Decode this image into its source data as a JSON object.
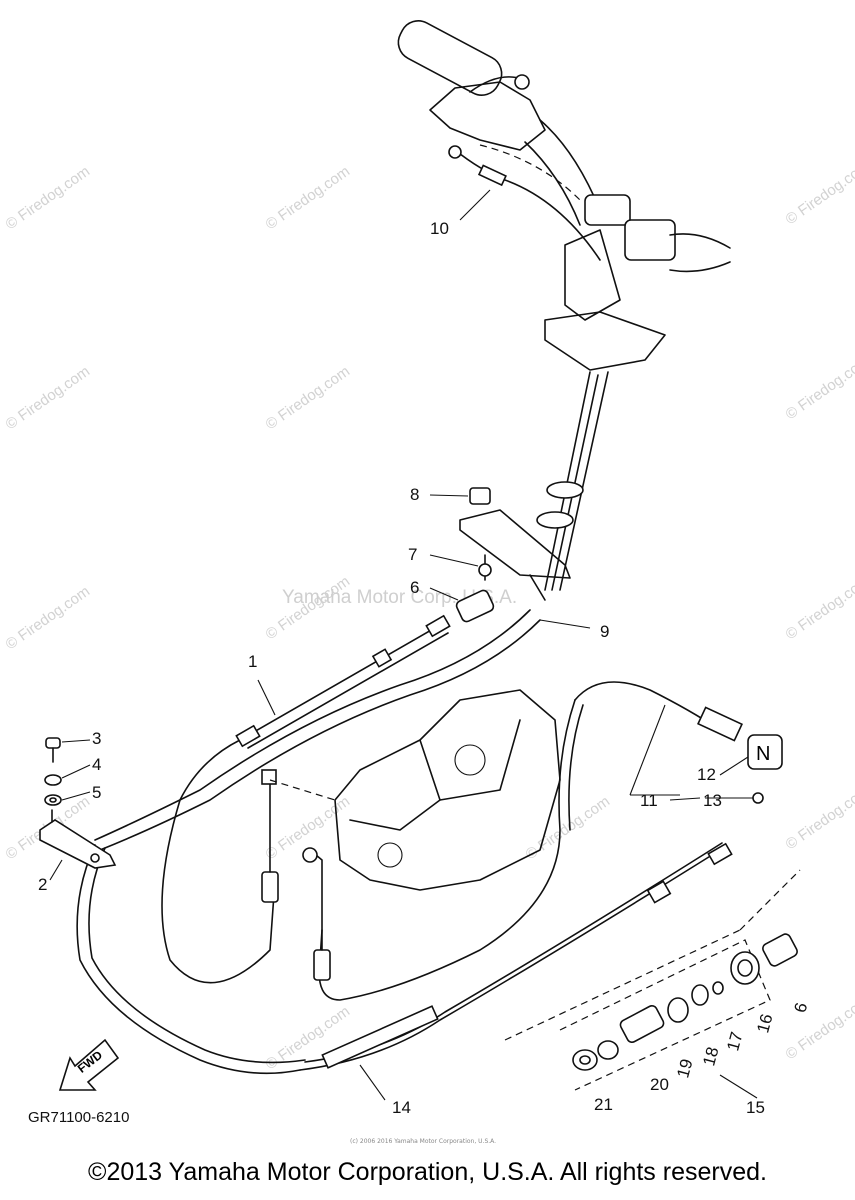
{
  "drawing_code": "GR71100-6210",
  "copyright": "©2013 Yamaha Motor Corporation, U.S.A. All rights reserved.",
  "fine_print": "(c) 2006 2016 Yamaha Motor Corporation, U.S.A.",
  "watermark_center": "Yamaha Motor Corp. U.S.A.",
  "watermark_site": "© Firedog.com",
  "fwd_label": "FWD",
  "neutral_label": "N",
  "part_labels": {
    "p1": "1",
    "p2": "2",
    "p3": "3",
    "p4": "4",
    "p5": "5",
    "p6a": "6",
    "p6b": "6",
    "p7": "7",
    "p8": "8",
    "p9": "9",
    "p10": "10",
    "p11": "11",
    "p12": "12",
    "p13": "13",
    "p14": "14",
    "p15": "15",
    "p16": "16",
    "p17": "17",
    "p18": "18",
    "p19": "19",
    "p20": "20",
    "p21": "21"
  }
}
